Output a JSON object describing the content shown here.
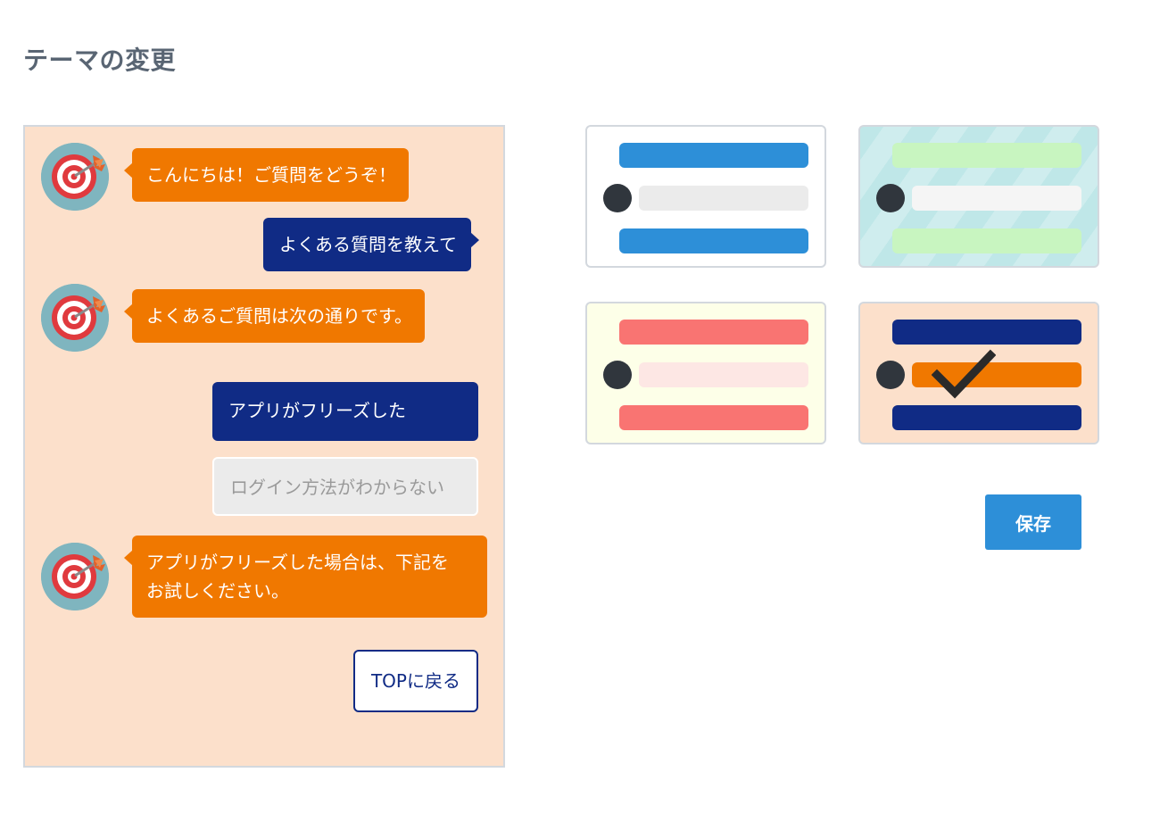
{
  "page": {
    "title": "テーマの変更"
  },
  "chat": {
    "bot_greeting": "こんにちは！ご質問をどうぞ！",
    "user_question": "よくある質問を教えて",
    "bot_faq_intro": "よくあるご質問は次の通りです。",
    "options": [
      {
        "label": "アプリがフリーズした",
        "state": "selected"
      },
      {
        "label": "ログイン方法がわからない",
        "state": "unselected"
      }
    ],
    "bot_answer_line1": "アプリがフリーズした場合は、下記を",
    "bot_answer_line2": "お試しください。",
    "top_button": "TOPに戻る",
    "avatar_icon": "target-dart-icon"
  },
  "themes": [
    {
      "id": "blue",
      "background": "#ffffff",
      "bar_color": "#2d8fd8",
      "mid_color": "#ebebeb",
      "selected": false
    },
    {
      "id": "teal",
      "background": "#bfe7e8",
      "bar_color": "#c8f5c0",
      "mid_color": "#f5f5f5",
      "selected": false
    },
    {
      "id": "red",
      "background": "#fdffe8",
      "bar_color": "#f97472",
      "mid_color": "#fde7e4",
      "selected": false
    },
    {
      "id": "navy-orange",
      "background": "#fce0cb",
      "bar_color": "#102b85",
      "mid_color": "#f07800",
      "selected": true,
      "selected_icon": "checkmark-icon"
    }
  ],
  "colors": {
    "title": "#596573",
    "bot_bubble": "#f07800",
    "user_bubble": "#102b85",
    "preview_bg": "#fce0cb",
    "save_button": "#2d8fd8"
  },
  "actions": {
    "save_label": "保存"
  }
}
